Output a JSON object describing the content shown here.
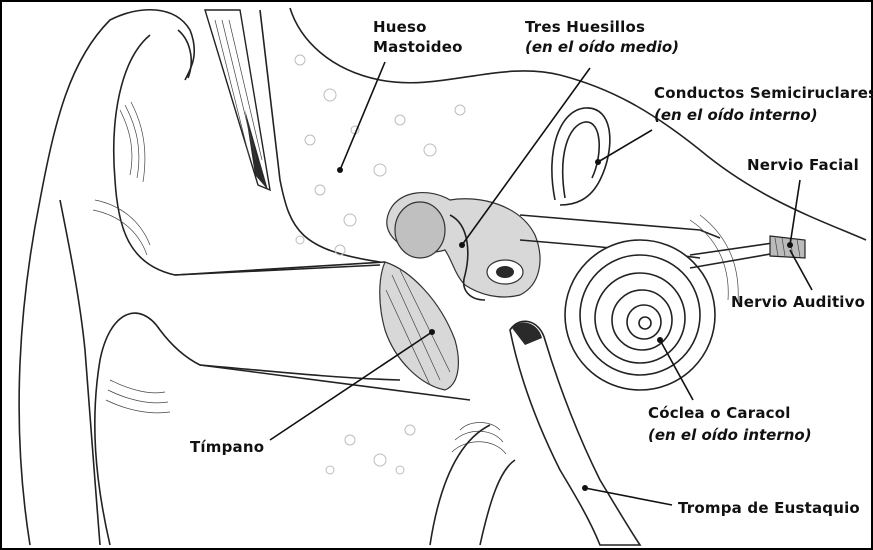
{
  "labels": {
    "hueso_line1": "Hueso",
    "hueso_line2": "Mastoideo",
    "huesillos_line1": "Tres Huesillos",
    "huesillos_line2": "(en el oído medio)",
    "conductos_line1": "Conductos Semiciruclares",
    "conductos_line2": "(en el oído interno)",
    "nervio_facial": "Nervio Facial",
    "nervio_auditivo": "Nervio Auditivo",
    "timpano": "Tímpano",
    "coclea_line1": "Cóclea o Caracol",
    "coclea_line2": "(en el oído interno)",
    "trompa": "Trompa de Eustaquio"
  },
  "colors": {
    "ink": "#111111",
    "bone_fill": "#d8d8d8",
    "background": "#ffffff"
  }
}
